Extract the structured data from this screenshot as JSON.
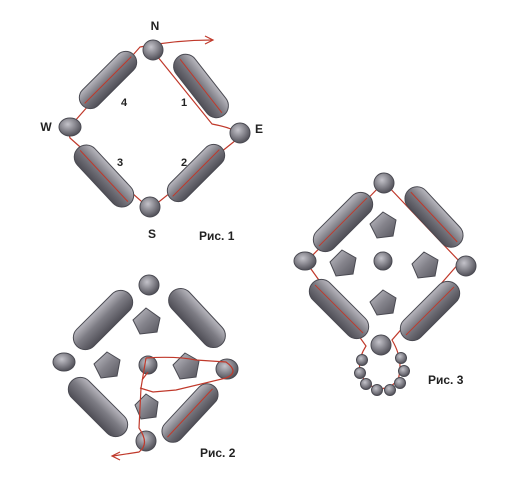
{
  "figure1": {
    "caption": "Рис. 1",
    "compass": {
      "north": "N",
      "east": "E",
      "south": "S",
      "west": "W"
    },
    "numbers": [
      "1",
      "2",
      "3",
      "4"
    ]
  },
  "figure2": {
    "caption": "Рис. 2"
  },
  "figure3": {
    "caption": "Рис. 3"
  },
  "colors": {
    "bead_fill": "#7a7980",
    "bead_stroke": "#4a4a52",
    "thread": "#c0392b"
  }
}
